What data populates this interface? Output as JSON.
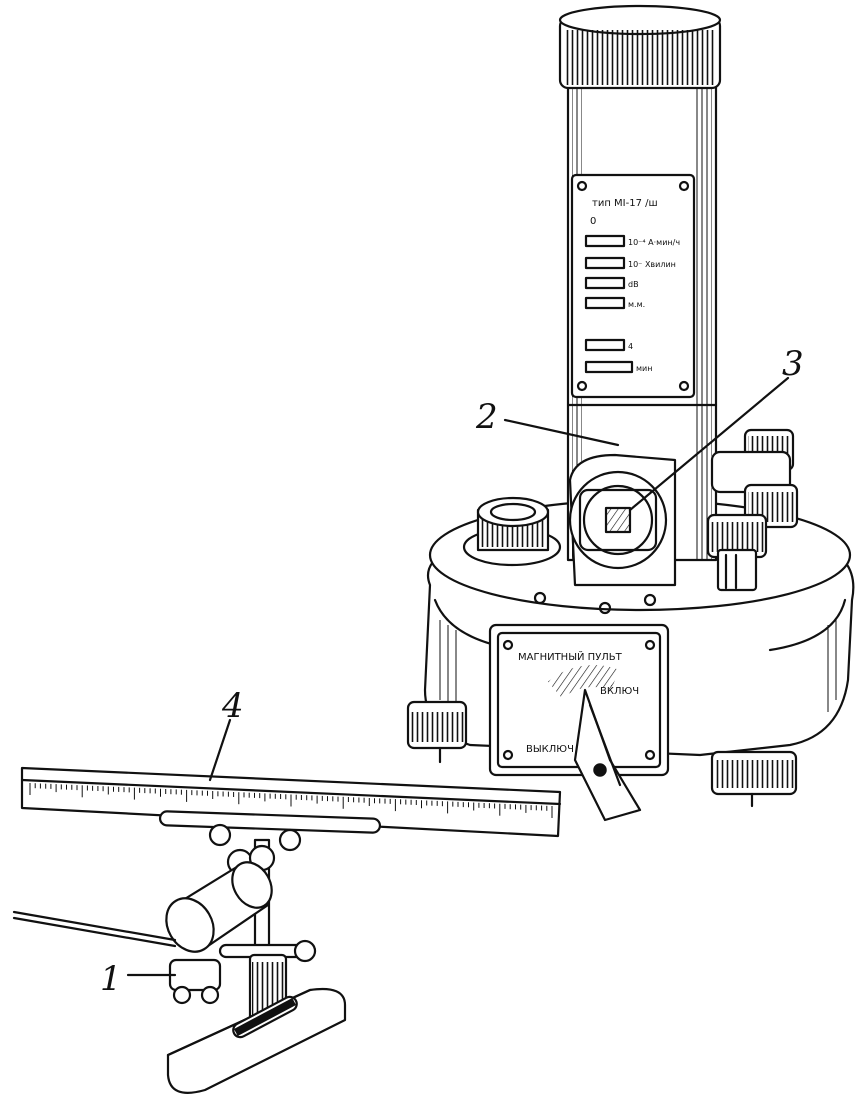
{
  "callouts": {
    "c1": "1",
    "c2": "2",
    "c3": "3",
    "c4": "4"
  },
  "nameplate": {
    "header": "тип МІ-17 /ш",
    "row0": "0",
    "row1": "10⁻⁴ А·мин/ч",
    "row2": "10⁻ Хвилин",
    "row3": "dB",
    "row4": "м.м.",
    "row5": "4",
    "row6": "мин"
  },
  "front_panel": {
    "title": "МАГНИТНЫЙ ПУЛЬТ",
    "right_label": "ВКЛЮЧ",
    "left_label": "ВЫКЛЮЧ"
  }
}
